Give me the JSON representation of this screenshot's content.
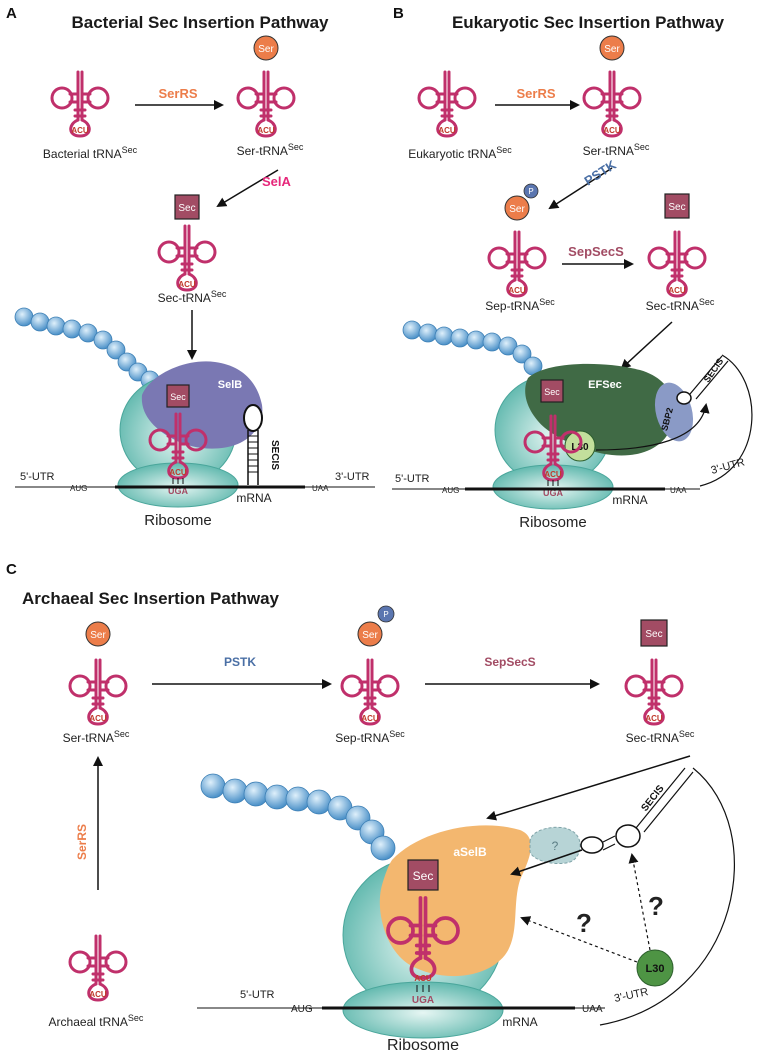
{
  "colors": {
    "trna": "#c0306b",
    "ser": "#ec7d4a",
    "sec": "#a24c64",
    "phospho": "#5b76b0",
    "ribosome": "#7fcdc2",
    "selb": "#7a78b3",
    "efsec": "#406a45",
    "sbp2": "#8a9ac6",
    "l30": "#c3df9c",
    "l30_dark": "#4e9444",
    "aselb": "#f3b76f",
    "serrs": "#ec7d4a",
    "sela": "#e6277a",
    "pstk": "#4a6fa5",
    "sepsecs": "#a24c64"
  },
  "panels": {
    "a": {
      "letter": "A",
      "title": "Bacterial Sec Insertion Pathway",
      "enzyme_serrs": "SerRS",
      "enzyme_sela": "SelA",
      "trna_bacterial": "Bacterial tRNA",
      "trna_ser": "Ser-tRNA",
      "trna_sec": "Sec-tRNA",
      "sup_sec": "Sec",
      "ser_badge": "Ser",
      "sec_badge": "Sec",
      "anticodon": "ACU",
      "codon": "UGA",
      "factor": "SelB",
      "secis": "SECIS",
      "utr5": "5'-UTR",
      "utr3": "3'-UTR",
      "aug": "AUG",
      "uaa": "UAA",
      "mrna": "mRNA",
      "ribosome": "Ribosome"
    },
    "b": {
      "letter": "B",
      "title": "Eukaryotic Sec Insertion Pathway",
      "enzyme_serrs": "SerRS",
      "enzyme_pstk": "PSTK",
      "enzyme_sepsecs": "SepSecS",
      "trna_euk": "Eukaryotic tRNA",
      "trna_ser": "Ser-tRNA",
      "trna_sep": "Sep-tRNA",
      "trna_sec": "Sec-tRNA",
      "sup_sec": "Sec",
      "ser_badge": "Ser",
      "sec_badge": "Sec",
      "p_badge": "P",
      "anticodon": "ACU",
      "codon": "UGA",
      "factor": "EFSec",
      "sbp2": "SBP2",
      "secis": "SECIS",
      "l30": "L30",
      "utr5": "5'-UTR",
      "utr3": "3'-UTR",
      "aug": "AUG",
      "uaa": "UAA",
      "mrna": "mRNA",
      "ribosome": "Ribosome"
    },
    "c": {
      "letter": "C",
      "title": "Archaeal Sec Insertion Pathway",
      "enzyme_pstk": "PSTK",
      "enzyme_sepsecs": "SepSecS",
      "enzyme_serrs": "SerRS",
      "trna_ser": "Ser-tRNA",
      "trna_sep": "Sep-tRNA",
      "trna_sec": "Sec-tRNA",
      "trna_arch": "Archaeal tRNA",
      "sup_sec": "Sec",
      "ser_badge": "Ser",
      "sec_badge": "Sec",
      "p_badge": "P",
      "anticodon": "ACU",
      "codon": "UGA",
      "factor": "aSelB",
      "secis": "SECIS",
      "l30": "L30",
      "unknown": "?",
      "question": "?",
      "utr5": "5'-UTR",
      "utr3": "3'-UTR",
      "aug": "AUG",
      "uaa": "UAA",
      "mrna": "mRNA",
      "ribosome": "Ribosome"
    }
  }
}
